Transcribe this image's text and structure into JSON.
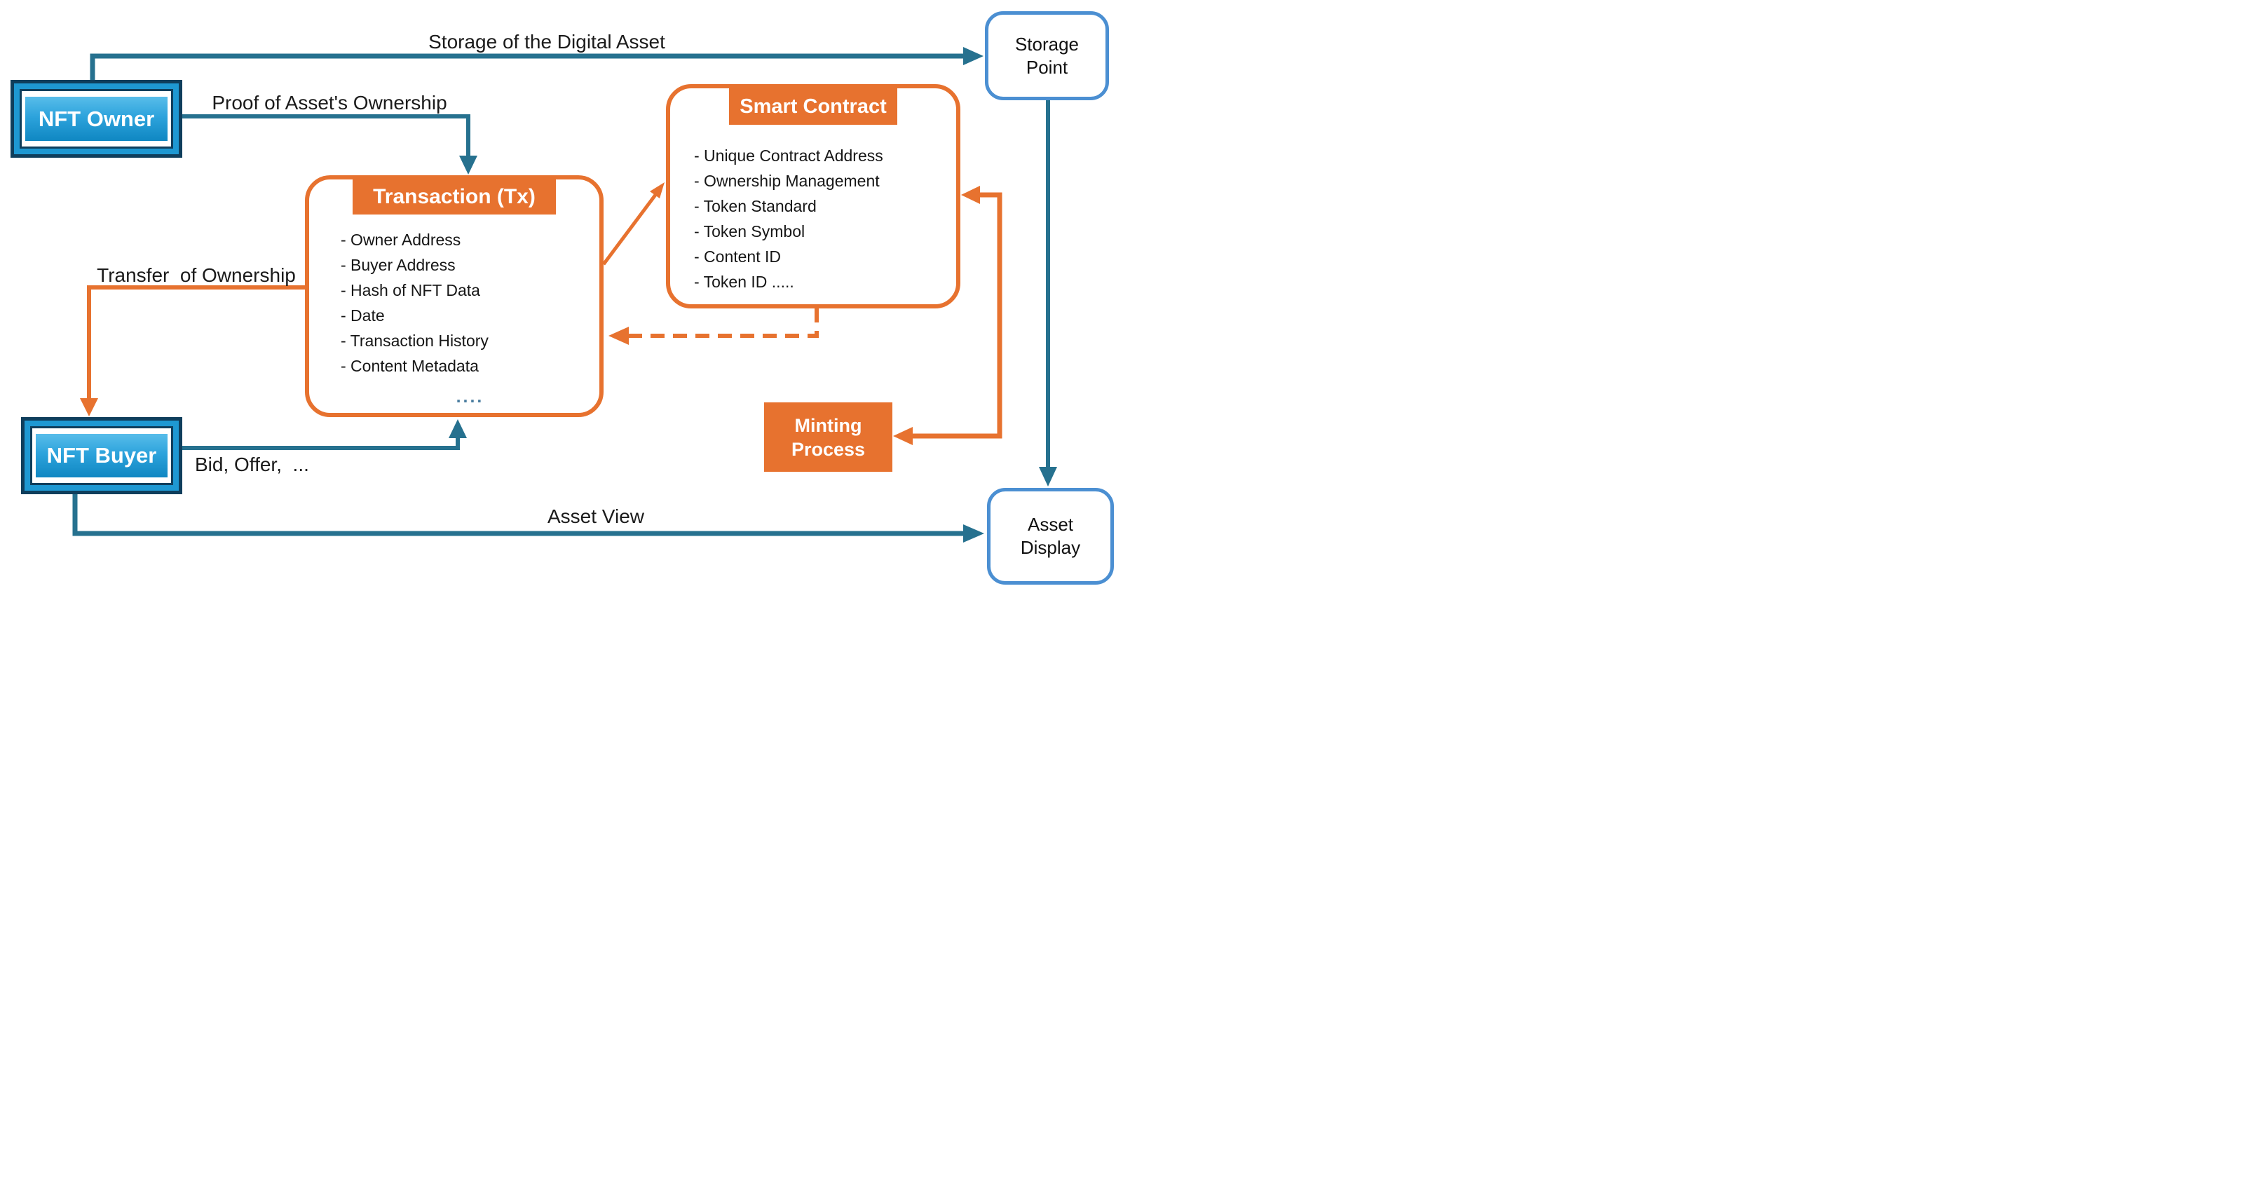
{
  "diagram": {
    "colors": {
      "teal_line": "#26718f",
      "navy_border": "#0f3e5c",
      "orange": "#e7722f",
      "actor_blue": "#1e98d2",
      "rounded_border_blue": "#4b8fd2",
      "label_text": "#1b1b1b"
    },
    "nodes": {
      "nft_owner": {
        "label": "NFT Owner"
      },
      "nft_buyer": {
        "label": "NFT Buyer"
      },
      "storage_point": {
        "line1": "Storage",
        "line2": "Point"
      },
      "asset_display": {
        "line1": "Asset",
        "line2": "Display"
      },
      "minting": {
        "line1": "Minting",
        "line2": "Process"
      },
      "transaction": {
        "title": "Transaction (Tx)",
        "items": [
          "- Owner Address",
          "- Buyer Address",
          "- Hash of NFT Data",
          "- Date",
          "- Transaction History",
          "- Content Metadata"
        ],
        "ellipsis": "...."
      },
      "smart_contract": {
        "title": "Smart Contract",
        "items": [
          "- Unique Contract Address",
          "- Ownership Management",
          "- Token Standard",
          "- Token Symbol",
          "- Content ID",
          "- Token ID ....."
        ]
      }
    },
    "edges": {
      "storage_label": "Storage of the Digital Asset",
      "proof_label": "Proof of Asset's Ownership",
      "transfer_label": "Transfer  of Ownership",
      "bid_label": "Bid, Offer,  ...",
      "asset_view_label": "Asset View"
    }
  }
}
